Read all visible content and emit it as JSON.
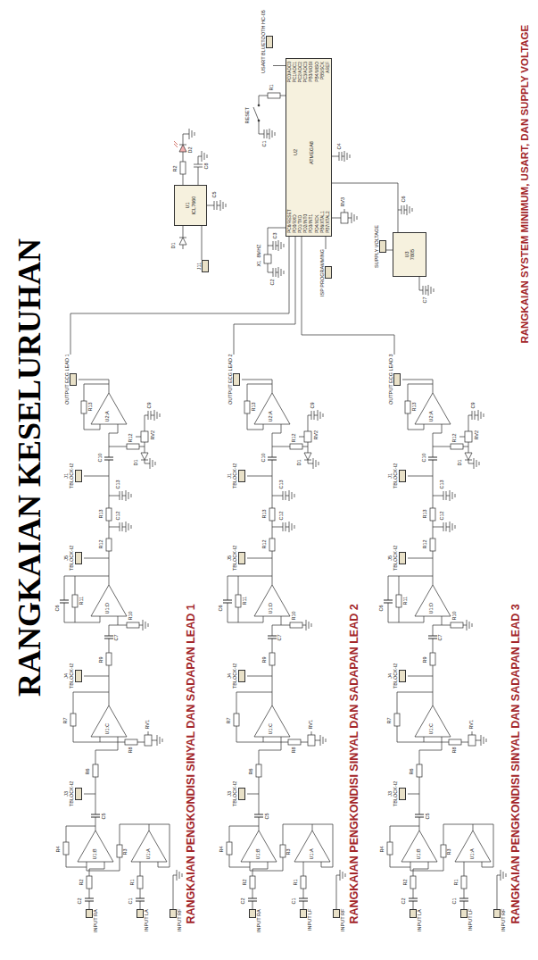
{
  "diagram": {
    "title": "RANGKAIAN KESELURUHAN",
    "nodes": [
      {
        "text": [
          "INPUT RA"
        ]
      },
      {
        "text": [
          "INPUT LA"
        ]
      },
      {
        "text": [
          "INPUT RF"
        ]
      },
      {
        "text": [
          "J3",
          "TBLOCK-I2"
        ]
      },
      {
        "text": [
          "J4",
          "TBLOCK-I2"
        ]
      },
      {
        "text": [
          "J5",
          "TBLOCK-I2"
        ]
      },
      {
        "text": [
          "J1",
          "TBLOCK-I2"
        ]
      },
      {
        "text": [
          "OUTPUT ECG LEAD 1"
        ]
      },
      {
        "text": [
          "INPUT RA"
        ]
      },
      {
        "text": [
          "INPUT LF"
        ]
      },
      {
        "text": [
          "INPUT RF"
        ]
      },
      {
        "text": [
          "J3",
          "TBLOCK-I2"
        ]
      },
      {
        "text": [
          "J4",
          "TBLOCK-I2"
        ]
      },
      {
        "text": [
          "J5",
          "TBLOCK-I2"
        ]
      },
      {
        "text": [
          "J1",
          "TBLOCK-I2"
        ]
      },
      {
        "text": [
          "OUTPUT ECG LEAD 2"
        ]
      },
      {
        "text": [
          "INPUT LA"
        ]
      },
      {
        "text": [
          "INPUT LF"
        ]
      },
      {
        "text": [
          "INPUT RF"
        ]
      },
      {
        "text": [
          "J3",
          "TBLOCK-I2"
        ]
      },
      {
        "text": [
          "J4",
          "TBLOCK-I2"
        ]
      },
      {
        "text": [
          "J5",
          "TBLOCK-I2"
        ]
      },
      {
        "text": [
          "J1",
          "TBLOCK-I2"
        ]
      },
      {
        "text": [
          "OUTPUT ECG LEAD 3"
        ]
      },
      {
        "text": [
          "U1",
          "ICL7660"
        ]
      },
      {
        "text": [
          "J11"
        ]
      },
      {
        "text": [
          "U2",
          "ATMEGA8",
          "PC6/RESET",
          "PD0/RXD",
          "PD1/TXD",
          "PD2/INT0",
          "PD3/INT1",
          "PD4/XCK",
          "PB6/XTAL1",
          "PB7/XTAL2",
          "PC0/ADC0",
          "PC1/ADC1",
          "PC2/ADC2",
          "PC3/ADC3",
          "PB3/MOSI",
          "PB4/MISO",
          "PB5/SCK",
          "AREF"
        ]
      },
      {
        "text": [
          "USART BLUETOOTH HC-05"
        ]
      },
      {
        "text": [
          "ISP PROGRAMMING"
        ]
      },
      {
        "text": [
          "SUPPLY VOLTAGE"
        ]
      },
      {
        "text": [
          "U3",
          "7805"
        ]
      }
    ],
    "edges": [
      {
        "from": 7,
        "to": 26,
        "arrow": "none"
      },
      {
        "from": 15,
        "to": 26,
        "arrow": "none"
      },
      {
        "from": 23,
        "to": 26,
        "arrow": "none"
      },
      {
        "from": 26,
        "to": 27,
        "arrow": "none"
      },
      {
        "from": 28,
        "to": 26,
        "arrow": "none"
      },
      {
        "from": 29,
        "to": 30,
        "arrow": "none"
      },
      {
        "from": 25,
        "to": 24,
        "arrow": "none"
      }
    ],
    "labels": [
      "C2",
      "R2",
      "C1",
      "R1",
      "U1:B",
      "U1:A",
      "R3",
      "R4",
      "C5",
      "R6",
      "R8",
      "RV1",
      "U1:C",
      "R7",
      "R9",
      "C7",
      "R10",
      "C6",
      "R11",
      "U1:D",
      "R12",
      "C12",
      "R13",
      "C13",
      "C10",
      "R12",
      "RV2",
      "D1",
      "C9",
      "R13",
      "U2:A",
      "C2",
      "R2",
      "C1",
      "R1",
      "U1:B",
      "U1:A",
      "R3",
      "R4",
      "C5",
      "R6",
      "R8",
      "RV1",
      "U1:C",
      "R7",
      "R9",
      "C7",
      "R10",
      "C6",
      "R11",
      "U1:D",
      "R12",
      "C12",
      "R13",
      "C13",
      "C10",
      "R12",
      "RV2",
      "D1",
      "C9",
      "R13",
      "U2:A",
      "C2",
      "R2",
      "C1",
      "R1",
      "U1:B",
      "U1:A",
      "R3",
      "R4",
      "C5",
      "R6",
      "R8",
      "RV1",
      "U1:C",
      "R7",
      "R9",
      "C7",
      "R10",
      "C6",
      "R11",
      "U1:D",
      "R12",
      "C12",
      "R13",
      "C13",
      "C10",
      "R12",
      "RV2",
      "D1",
      "C9",
      "R13",
      "U2:A",
      "D1",
      "C5",
      "R2",
      "D2",
      "C8",
      "RESET",
      "R1",
      "C1",
      "X1",
      "8MHZ",
      "C2",
      "C3",
      "RV3",
      "C4",
      "C6",
      "C7",
      "RANGKAIAN PENGKONDISI SINYAL DAN SADAPAN LEAD 1",
      "RANGKAIAN PENGKONDISI SINYAL DAN SADAPAN LEAD 2",
      "RANGKAIAN PENGKONDISI SINYAL DAN SADAPAN LEAD 3",
      "RANGKAIAN SYSTEM MINIMUM, USART, DAN SUPPLY VOLTAGE"
    ]
  }
}
